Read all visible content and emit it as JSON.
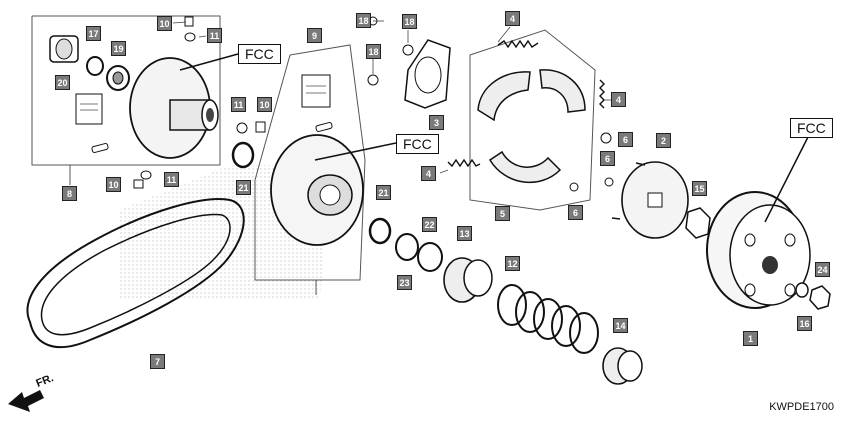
{
  "diagram": {
    "code": "KWPDE1700",
    "direction_label": "FR.",
    "fcc_labels": [
      "FCC",
      "FCC",
      "FCC"
    ],
    "callouts": [
      "10",
      "11",
      "17",
      "19",
      "20",
      "8",
      "11",
      "10",
      "21",
      "10",
      "11",
      "9",
      "18",
      "18",
      "18",
      "3",
      "4",
      "4",
      "4",
      "5",
      "6",
      "6",
      "6",
      "2",
      "15",
      "1",
      "21",
      "22",
      "23",
      "13",
      "12",
      "14",
      "7",
      "16",
      "24"
    ],
    "colors": {
      "callout_fill": "#7a7a7a",
      "line": "#111111",
      "box_line": "#333333"
    }
  }
}
